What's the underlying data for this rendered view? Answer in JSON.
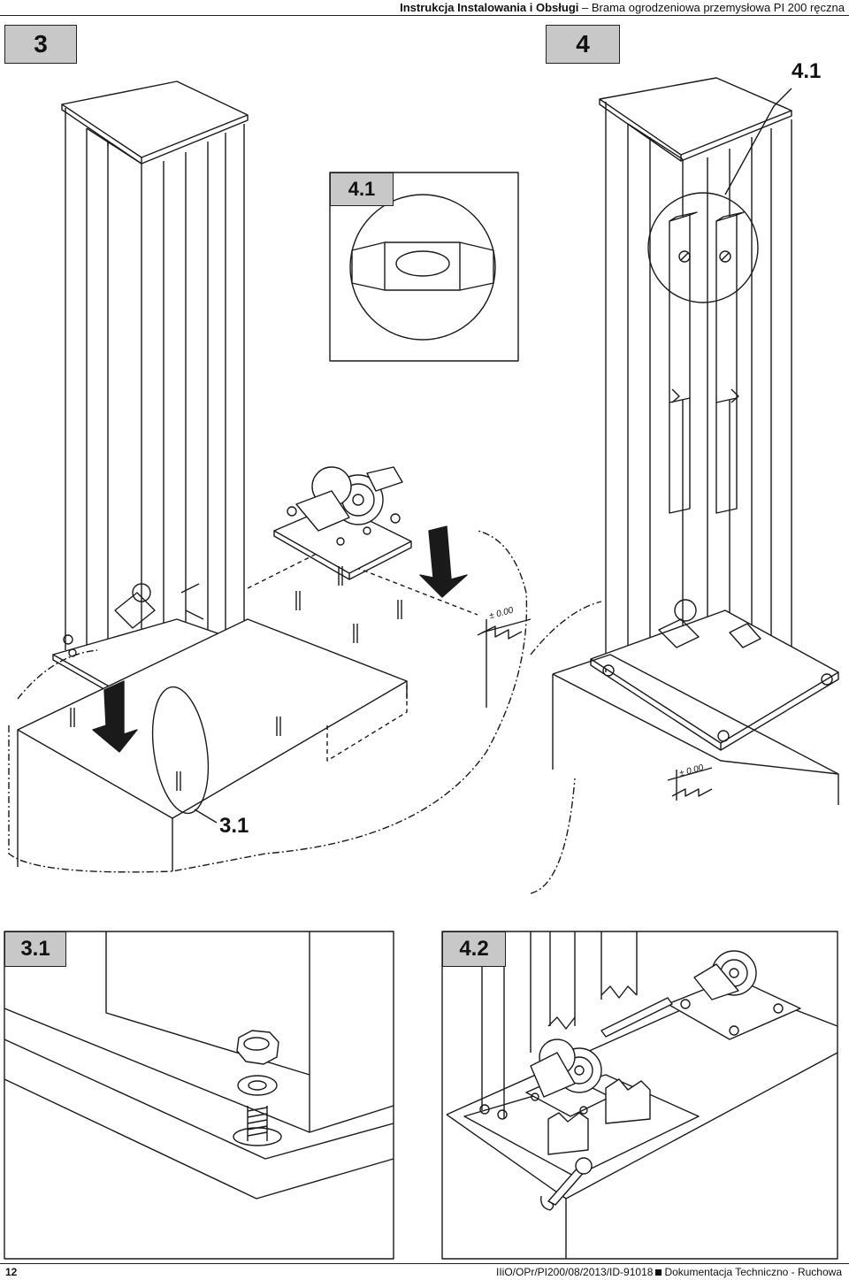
{
  "header": {
    "title_bold": "Instrukcja Instalowania i Obsługi",
    "title_sep": " – ",
    "title_rest": "Brama ogrodzeniowa przemysłowa PI 200 ręczna"
  },
  "steps": {
    "step3": "3",
    "step4": "4",
    "detail_4_1_top": "4.1",
    "detail_4_1_inset": "4.1",
    "callout_3_1": "3.1",
    "panel_3_1": "3.1",
    "panel_4_2": "4.2"
  },
  "levels": {
    "left": "± 0.00",
    "right": "± 0.00"
  },
  "footer": {
    "page_number": "12",
    "doc_code": "IIiO/OPr/PI200/08/2013/ID-91018",
    "doc_section": "Dokumentacja Techniczno - Ruchowa"
  },
  "colors": {
    "label_bg": "#c8c8c8",
    "line": "#1a1a1a"
  }
}
